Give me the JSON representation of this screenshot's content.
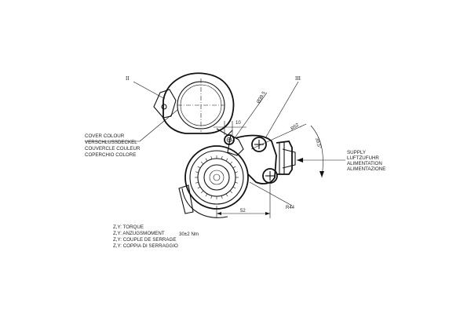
{
  "labels": {
    "cover_colour": [
      "COVER COLOUR",
      "VERSCHLUSSDECKEL",
      "COUVERCLE COULEUR",
      "COPERCHIO COLORE"
    ],
    "supply": [
      "SUPPLY",
      "LUFTZUFUHR",
      "ALIMENTATION",
      "ALIMENTAZIONE"
    ],
    "torque": [
      "Z,Y: TORQUE",
      "Z,Y: ANZUGSMOMENT",
      "Z,Y: COUPLE DE SERRAGE",
      "Z,Y: COPPIA DI SERRAGGIO"
    ],
    "torque_value": "30±2 Nm"
  },
  "roman": {
    "left": "II",
    "right": "III"
  },
  "dimensions": {
    "d_top": "Ø39.5",
    "d_ten": "10",
    "r_mid": "R52",
    "angle": "39,5°",
    "r_bottom": "R44",
    "d_bottom": "52"
  }
}
